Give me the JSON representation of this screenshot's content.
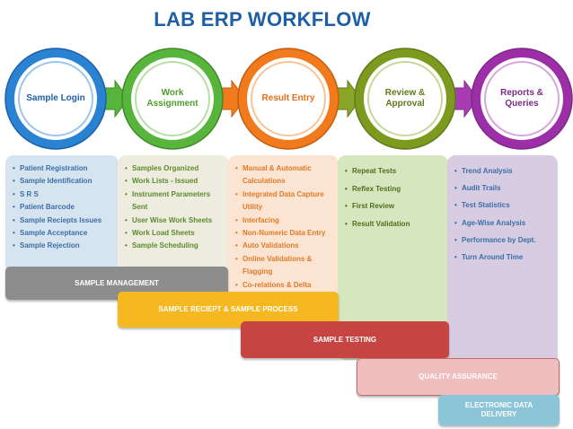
{
  "title": "LAB ERP WORKFLOW",
  "stages": [
    {
      "label": "Sample Login",
      "color": "#2a82d3",
      "text_color": "#1f5fa6"
    },
    {
      "label": "Work Assignment",
      "color": "#58b53c",
      "text_color": "#4d9e2a"
    },
    {
      "label": "Result Entry",
      "color": "#f07a1c",
      "text_color": "#e86c1a"
    },
    {
      "label": "Review & Approval",
      "color": "#7c9a1e",
      "text_color": "#5f7a1a"
    },
    {
      "label": "Reports & Queries",
      "color": "#9c2ea8",
      "text_color": "#7c2b85"
    }
  ],
  "panels": [
    {
      "bg": "#d6e4f0",
      "text_color": "#3a6ea8",
      "items": [
        "Patient Registration",
        "Sample Identification",
        "S R S",
        "Patient Barcode",
        "Sample Reciepts Issues",
        "Sample Acceptance",
        "Sample Rejection"
      ]
    },
    {
      "bg": "#eeecde",
      "text_color": "#5c8a2e",
      "items": [
        "Samples Organized",
        "Work Lists - Issued",
        "Instrument Parameters Sent",
        "User Wise Work Sheets",
        "Work Load Sheets",
        "Sample Scheduling"
      ]
    },
    {
      "bg": "#fbe5d2",
      "text_color": "#e07a28",
      "items": [
        "Manual & Automatic Calculations",
        "Integrated Data Capture Utility",
        "Interfacing",
        "Non-Numeric Data Entry",
        "Auto Validations",
        "Online Validations & Flagging",
        "Co-relations & Delta"
      ]
    },
    {
      "bg": "#d6e7bf",
      "text_color": "#4f6e1a",
      "items": [
        "Repeat Tests",
        "Reflex Testing",
        "First Review",
        "Result Validation"
      ]
    },
    {
      "bg": "#d8cce2",
      "text_color": "#3a6ea8",
      "items": [
        "Trend Analysis",
        "Audit Trails",
        "Test Statistics",
        "Age-Wise Analysis",
        "Performance by Dept.",
        "Turn Around Time"
      ]
    }
  ],
  "bars": [
    {
      "label": "SAMPLE MANAGEMENT",
      "bg": "#8d8d8d"
    },
    {
      "label": "SAMPLE RECIEPT & SAMPLE PROCESS",
      "bg": "#f6b820"
    },
    {
      "label": "SAMPLE TESTING",
      "bg": "#c64442"
    },
    {
      "label": "QUALITY ASSURANCE",
      "bg": "#efbebe"
    },
    {
      "label": "ELECTRONIC DATA DELIVERY",
      "bg": "#8cc4d8"
    }
  ]
}
